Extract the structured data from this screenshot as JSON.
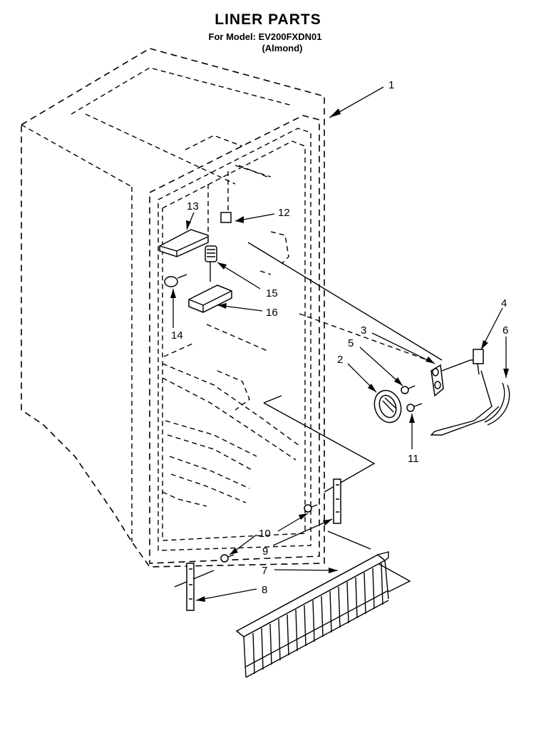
{
  "header": {
    "title": "LINER PARTS",
    "model_line": "For Model: EV200FXDN01",
    "finish_line": "(Almond)"
  },
  "callouts": [
    "1",
    "2",
    "3",
    "4",
    "5",
    "6",
    "7",
    "8",
    "9",
    "10",
    "11",
    "12",
    "13",
    "14",
    "15",
    "16"
  ]
}
